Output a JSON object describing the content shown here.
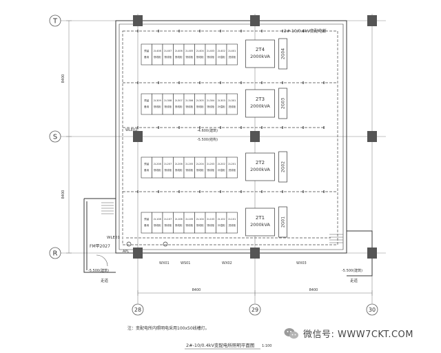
{
  "grid": {
    "rows": [
      "T",
      "S",
      "R"
    ],
    "cols": [
      "28",
      "29",
      "30"
    ],
    "dim_left_top": "8400",
    "dim_left_bottom": "8400",
    "dim_bottom_left": "8400",
    "dim_bottom_right": "8400"
  },
  "panel_rows": [
    {
      "cells": [
        "预留\n备用",
        "2L408\n馈线柜",
        "2L407\n馈线柜",
        "2L406\n馈线柜",
        "2L405\n馈线柜",
        "2L404\n馈线柜",
        "2L403\n馈线柜",
        "2L402\n补偿柜",
        "2L401\n进线柜"
      ],
      "transformer": "2T4",
      "capacity": "2000kVA",
      "tag": "2G04"
    },
    {
      "cells": [
        "预留\n备用",
        "2L309\n馈线柜",
        "2L308\n馈线柜",
        "2L307\n馈线柜",
        "2L306\n馈线柜",
        "2L305\n馈线柜",
        "2L304\n馈线柜",
        "2L303\n补偿柜",
        "2L301\n进线柜"
      ],
      "transformer": "2T3",
      "capacity": "2000kVA",
      "tag": "2G03"
    },
    {
      "cells": [
        "预留\n备用",
        "2L208\n馈线柜",
        "2L207\n馈线柜",
        "2L206\n馈线柜",
        "2L205\n馈线柜",
        "2L204\n馈线柜",
        "2L203\n馈线柜",
        "2L202\n补偿柜",
        "2L201\n进线柜"
      ],
      "transformer": "2T2",
      "capacity": "2000kVA",
      "tag": "2G02"
    },
    {
      "cells": [
        "预留\n备用",
        "2L108\n馈线柜",
        "2L107\n馈线柜",
        "2L106\n馈线柜",
        "2L105\n馈线柜",
        "2L104\n馈线柜",
        "2L103\n馈线柜",
        "2L102\n补偿柜",
        "2L101\n进线柜"
      ],
      "transformer": "2T1",
      "capacity": "2000kVA",
      "tag": "2G01"
    }
  ],
  "labels": {
    "top_note": "2#-10/0.4kV变配电所",
    "elev_main": "-4.600(建筑)",
    "elev_sub": "-5.500(结构)",
    "elev_bottom_left": "-5.500(建筑)",
    "elev_bottom_right": "-5.500(建筑)",
    "stair_left": "走道",
    "stair_right": "走道",
    "door": "FM甲2027",
    "wl01": "WLE01",
    "wl02": "WLE02",
    "wx01": "WX01",
    "ws01": "WS01",
    "wx02": "WX02",
    "wx03": "WX03",
    "apl": "APL",
    "note": "注：变配电所内照明电采用100x50线槽灯。",
    "title": "2#-10/0.4kV变配电所照明平面图",
    "scale": "1:100"
  },
  "watermark": {
    "icon": "wechat-icon",
    "text": "微信号: WWW7CKT.COM"
  }
}
